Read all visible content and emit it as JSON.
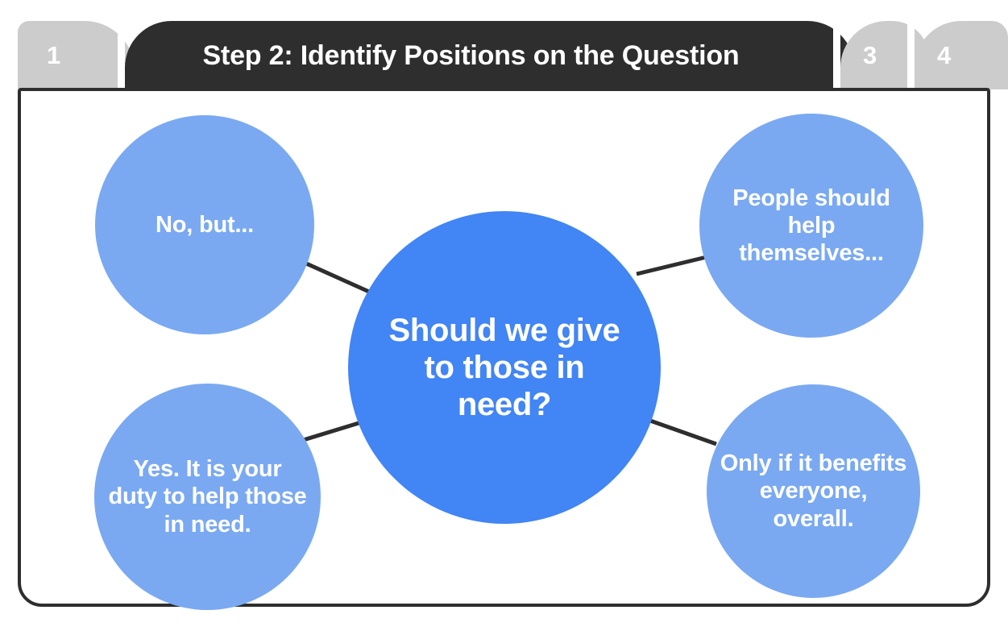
{
  "slide": {
    "title": "Step 2: Identify Positions on the Question",
    "background_color": "#ffffff"
  },
  "tabs": {
    "items": [
      {
        "label": "1",
        "active": false
      },
      {
        "label": "Step 2: Identify Positions on the Question",
        "active": true
      },
      {
        "label": "3",
        "active": false
      },
      {
        "label": "4",
        "active": false
      }
    ],
    "active_color": "#2e2e2e",
    "inactive_color": "#cccccc",
    "label_color": "#ffffff"
  },
  "frame": {
    "border_color": "#2e2e2e"
  },
  "mindmap": {
    "connector_color": "#2e2e2e",
    "center": {
      "text": "Should we give to those in need?",
      "color": "#4285f4"
    },
    "satellite_color": "#7aa9f2",
    "satellites": [
      {
        "position": "top-left",
        "text": "No, but..."
      },
      {
        "position": "top-right",
        "text": "People should help themselves..."
      },
      {
        "position": "bottom-left",
        "text": "Yes. It is your duty to help those in need."
      },
      {
        "position": "bottom-right",
        "text": "Only if it benefits everyone, overall."
      }
    ]
  }
}
